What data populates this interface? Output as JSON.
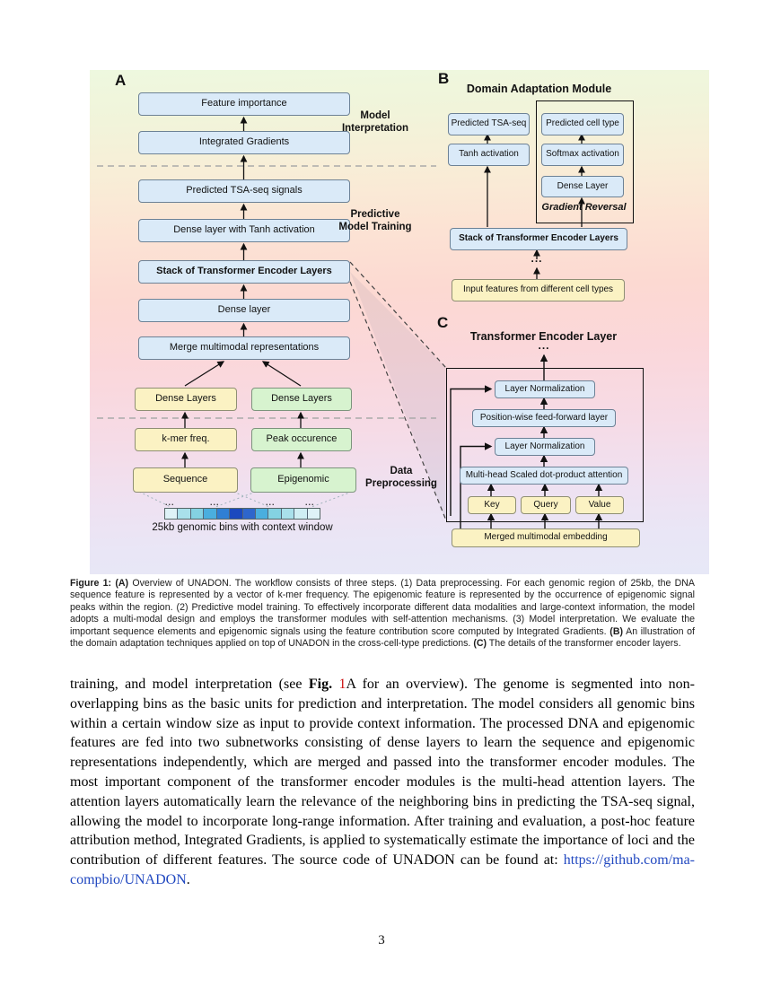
{
  "figure": {
    "panelA": {
      "label": "A",
      "boxes": {
        "feature_importance": "Feature importance",
        "integrated_gradients": "Integrated Gradients",
        "predicted_tsa": "Predicted TSA-seq signals",
        "dense_tanh": "Dense layer with Tanh activation",
        "stack": "Stack of Transformer Encoder Layers",
        "dense_layer": "Dense layer",
        "merge": "Merge multimodal representations",
        "dense_layers_seq": "Dense Layers",
        "dense_layers_epi": "Dense Layers",
        "kmer": "k-mer freq.",
        "peak": "Peak occurence",
        "sequence": "Sequence",
        "epigenomic": "Epigenomic"
      },
      "stage_labels": {
        "interpretation": "Model\nInterpretation",
        "training": "Predictive\nModel Training",
        "preprocessing": "Data\nPreprocessing"
      },
      "bins_caption": "25kb genomic bins with context window",
      "bins_colors": [
        "#def2f7",
        "#a9e0eb",
        "#84d2e2",
        "#4aaede",
        "#2f7fd4",
        "#1b49be",
        "#2e66cc",
        "#4aaede",
        "#84d2e2",
        "#a9e0eb",
        "#cfeef4",
        "#def2f7"
      ],
      "dots": "..."
    },
    "panelB": {
      "label": "B",
      "title": "Domain Adaptation Module",
      "boxes": {
        "predicted_tsa": "Predicted TSA-seq",
        "predicted_cell": "Predicted cell type",
        "tanh": "Tanh activation",
        "softmax": "Softmax activation",
        "dense": "Dense Layer",
        "stack": "Stack of Transformer Encoder Layers",
        "input": "Input features from different cell types"
      },
      "gradient_reversal": "Gradient Reversal",
      "dots": "..."
    },
    "panelC": {
      "label": "C",
      "title": "Transformer Encoder Layer",
      "dots": "...",
      "boxes": {
        "ln_top": "Layer Normalization",
        "ffn": "Position-wise feed-forward layer",
        "ln_bottom": "Layer Normalization",
        "mha": "Multi-head Scaled dot-product attention",
        "key": "Key",
        "query": "Query",
        "value": "Value",
        "merged": "Merged multimodal embedding"
      }
    }
  },
  "caption": {
    "label": "Figure 1:",
    "a_tag": "(A)",
    "a_text": " Overview of UNADON. The workflow consists of three steps. (1) Data preprocessing. For each genomic region of 25kb, the DNA sequence feature is represented by a vector of k-mer frequency. The epigenomic feature is represented by the occurrence of epigenomic signal peaks within the region. (2) Predictive model training. To effectively incorporate different data modalities and large-context information, the model adopts a multi-modal design and employs the transformer modules with self-attention mechanisms. (3) Model interpretation. We evaluate the important sequence elements and epigenomic signals using the feature contribution score computed by Integrated Gradients. ",
    "b_tag": "(B)",
    "b_text": " An illustration of the domain adaptation techniques applied on top of UNADON in the cross-cell-type predictions. ",
    "c_tag": "(C)",
    "c_text": " The details of the transformer encoder layers."
  },
  "body": {
    "t1": "training, and model interpretation (see ",
    "fig_label": "Fig.",
    "fig_ref": " 1",
    "t2": "A for an overview).  The genome is segmented into non-overlapping bins as the basic units for prediction and interpretation.  The model considers all genomic bins within a certain window size as input to provide context information.  The processed DNA and epigenomic features are fed into two subnetworks consisting of dense layers to learn the sequence and epigenomic representations independently, which are merged and passed into the transformer encoder modules. The most important component of the transformer encoder modules is the multi-head attention layers.  The attention layers automatically learn the relevance of the neighboring bins in predicting the TSA-seq signal, allowing the model to incorporate long-range information.  After training and evaluation, a post-hoc feature attribution method, Integrated Gradients, is applied to systematically estimate the importance of loci and the contribution of different features. The source code of UNADON can be found at: ",
    "link": "https://github.com/ma-compbio/UNADON",
    "t3": "."
  },
  "page_number": "3"
}
